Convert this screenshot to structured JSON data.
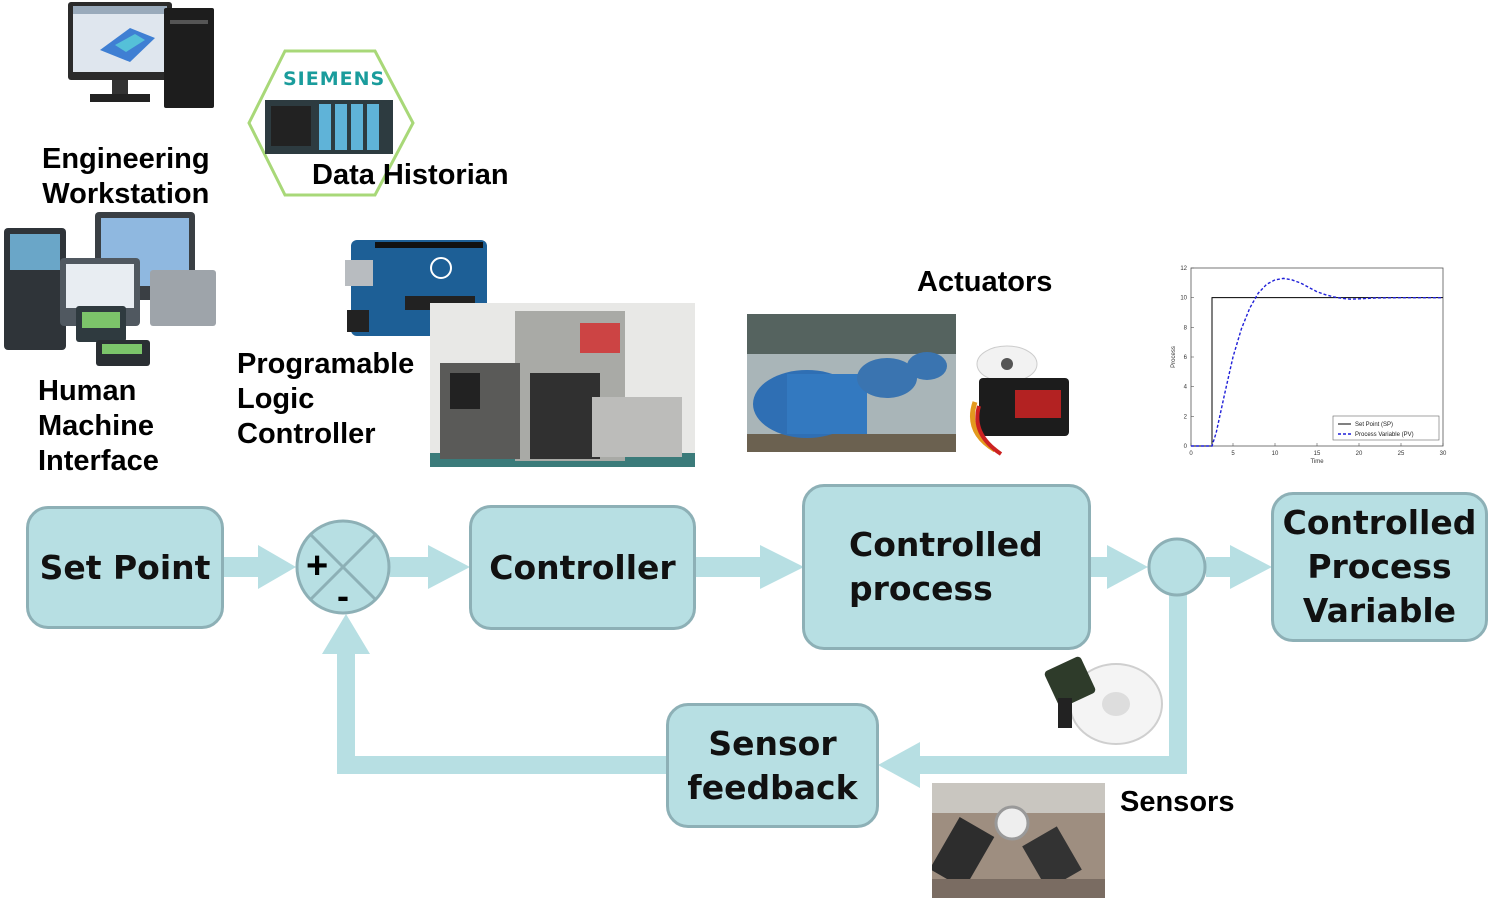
{
  "labels": {
    "engineering": "Engineering\nWorkstation",
    "historian": "Data Historian",
    "siemens": "SIEMENS",
    "hmi": "Human\nMachine\nInterface",
    "plc": "Programable\nLogic\nController",
    "actuators": "Actuators",
    "sensors": "Sensors"
  },
  "blocks": {
    "set_point": "Set Point",
    "controller": "Controller",
    "controlled_process": "Controlled\nprocess",
    "output": "Controlled\nProcess\nVariable",
    "feedback": "Sensor\nfeedback"
  },
  "summing": {
    "plus": "+",
    "minus": "-"
  },
  "colors": {
    "block_fill": "#b7dfe3",
    "block_border": "#8db0b6",
    "arrow": "#b7dfe3"
  },
  "chart_data": {
    "type": "line",
    "ylabel": "Process",
    "xlabel": "Time",
    "xlim": [
      0,
      30
    ],
    "ylim": [
      0,
      12
    ],
    "x_ticks": [
      0,
      5,
      10,
      15,
      20,
      25,
      30
    ],
    "y_ticks": [
      0,
      2,
      4,
      6,
      8,
      10,
      12
    ],
    "legend_position": "bottom-right",
    "series": [
      {
        "name": "Set Point (SP)",
        "style": "solid",
        "color": "#000000",
        "x": [
          0,
          2.5,
          2.5,
          30
        ],
        "y": [
          0,
          0,
          10,
          10
        ]
      },
      {
        "name": "Process Variable (PV)",
        "style": "dashed",
        "color": "#1f1fd8",
        "x": [
          0,
          2.5,
          3,
          4,
          5,
          6,
          7,
          8,
          9,
          10,
          11,
          12,
          13,
          14,
          15,
          16,
          17,
          18,
          19,
          20,
          22,
          25,
          30
        ],
        "y": [
          0,
          0,
          0.9,
          3.5,
          6.0,
          7.9,
          9.3,
          10.3,
          10.9,
          11.2,
          11.3,
          11.2,
          11.0,
          10.7,
          10.4,
          10.2,
          10.05,
          9.95,
          9.9,
          9.92,
          9.98,
          10.0,
          10.0
        ]
      }
    ]
  }
}
